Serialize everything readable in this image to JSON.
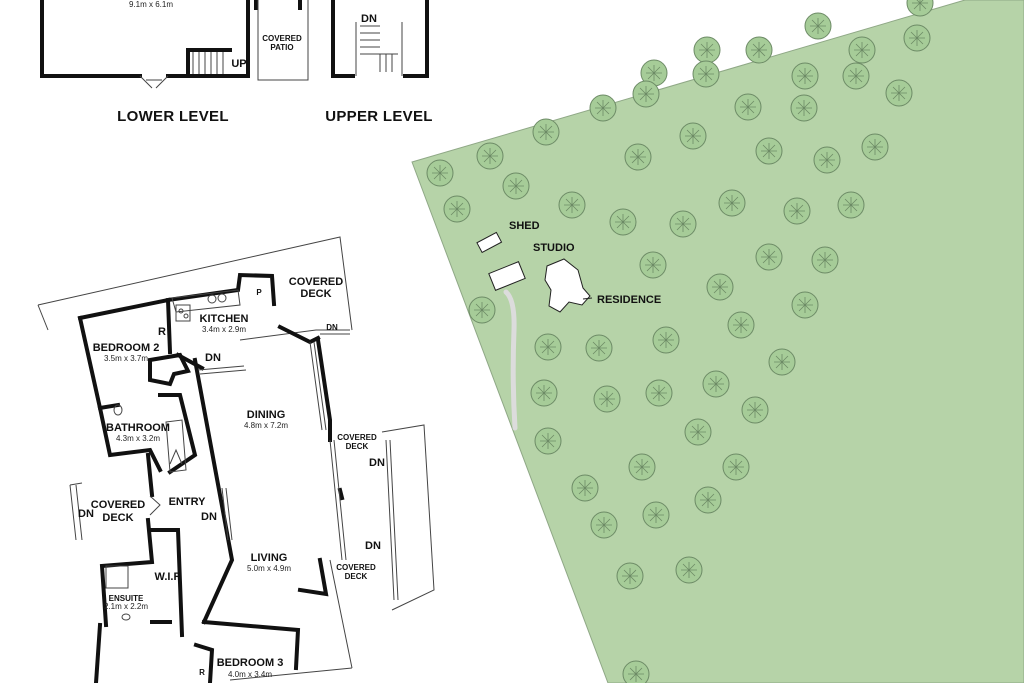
{
  "lower_level": {
    "dimension": "9.1m x 6.1m",
    "up_label": "UP",
    "covered_patio_1": "COVERED",
    "covered_patio_2": "PATIO",
    "title": "LOWER LEVEL"
  },
  "upper_level": {
    "dn_label": "DN",
    "title": "UPPER LEVEL"
  },
  "main_floor": {
    "covered_deck_top_1": "COVERED",
    "covered_deck_top_2": "DECK",
    "pantry": "P",
    "kitchen_label": "KITCHEN",
    "kitchen_dim": "3.4m x 2.9m",
    "dn_top": "DN",
    "bedroom2_label": "BEDROOM 2",
    "bedroom2_dim": "3.5m x 3.7m",
    "robe_r": "R",
    "dn_hall": "DN",
    "dining_label": "DINING",
    "dining_dim": "4.8m x 7.2m",
    "bathroom_label": "BATHROOM",
    "bathroom_dim": "4.3m x 3.2m",
    "covered_deck_right_1": "COVERED",
    "covered_deck_right_2": "DECK",
    "dn_right_upper": "DN",
    "covered_deck_left_1": "COVERED",
    "covered_deck_left_2": "DECK",
    "dn_left": "DN",
    "entry_label": "ENTRY",
    "dn_entry": "DN",
    "living_label": "LIVING",
    "living_dim": "5.0m x 4.9m",
    "dn_right_lower": "DN",
    "covered_deck_lower_1": "COVERED",
    "covered_deck_lower_2": "DECK",
    "wir_label": "W.I.R",
    "ensuite_label": "ENSUITE",
    "ensuite_dim": "2.1m x 2.2m",
    "bedroom3_label": "BEDROOM 3",
    "bedroom3_dim": "4.0m x 3.4m",
    "robe_r2": "R"
  },
  "site_plan": {
    "shed": "SHED",
    "studio": "STUDIO",
    "residence": "RESIDENCE"
  },
  "colors": {
    "site_fill": "#b6d3a8",
    "tree_fill": "#a6cc98",
    "wall": "#111111"
  }
}
